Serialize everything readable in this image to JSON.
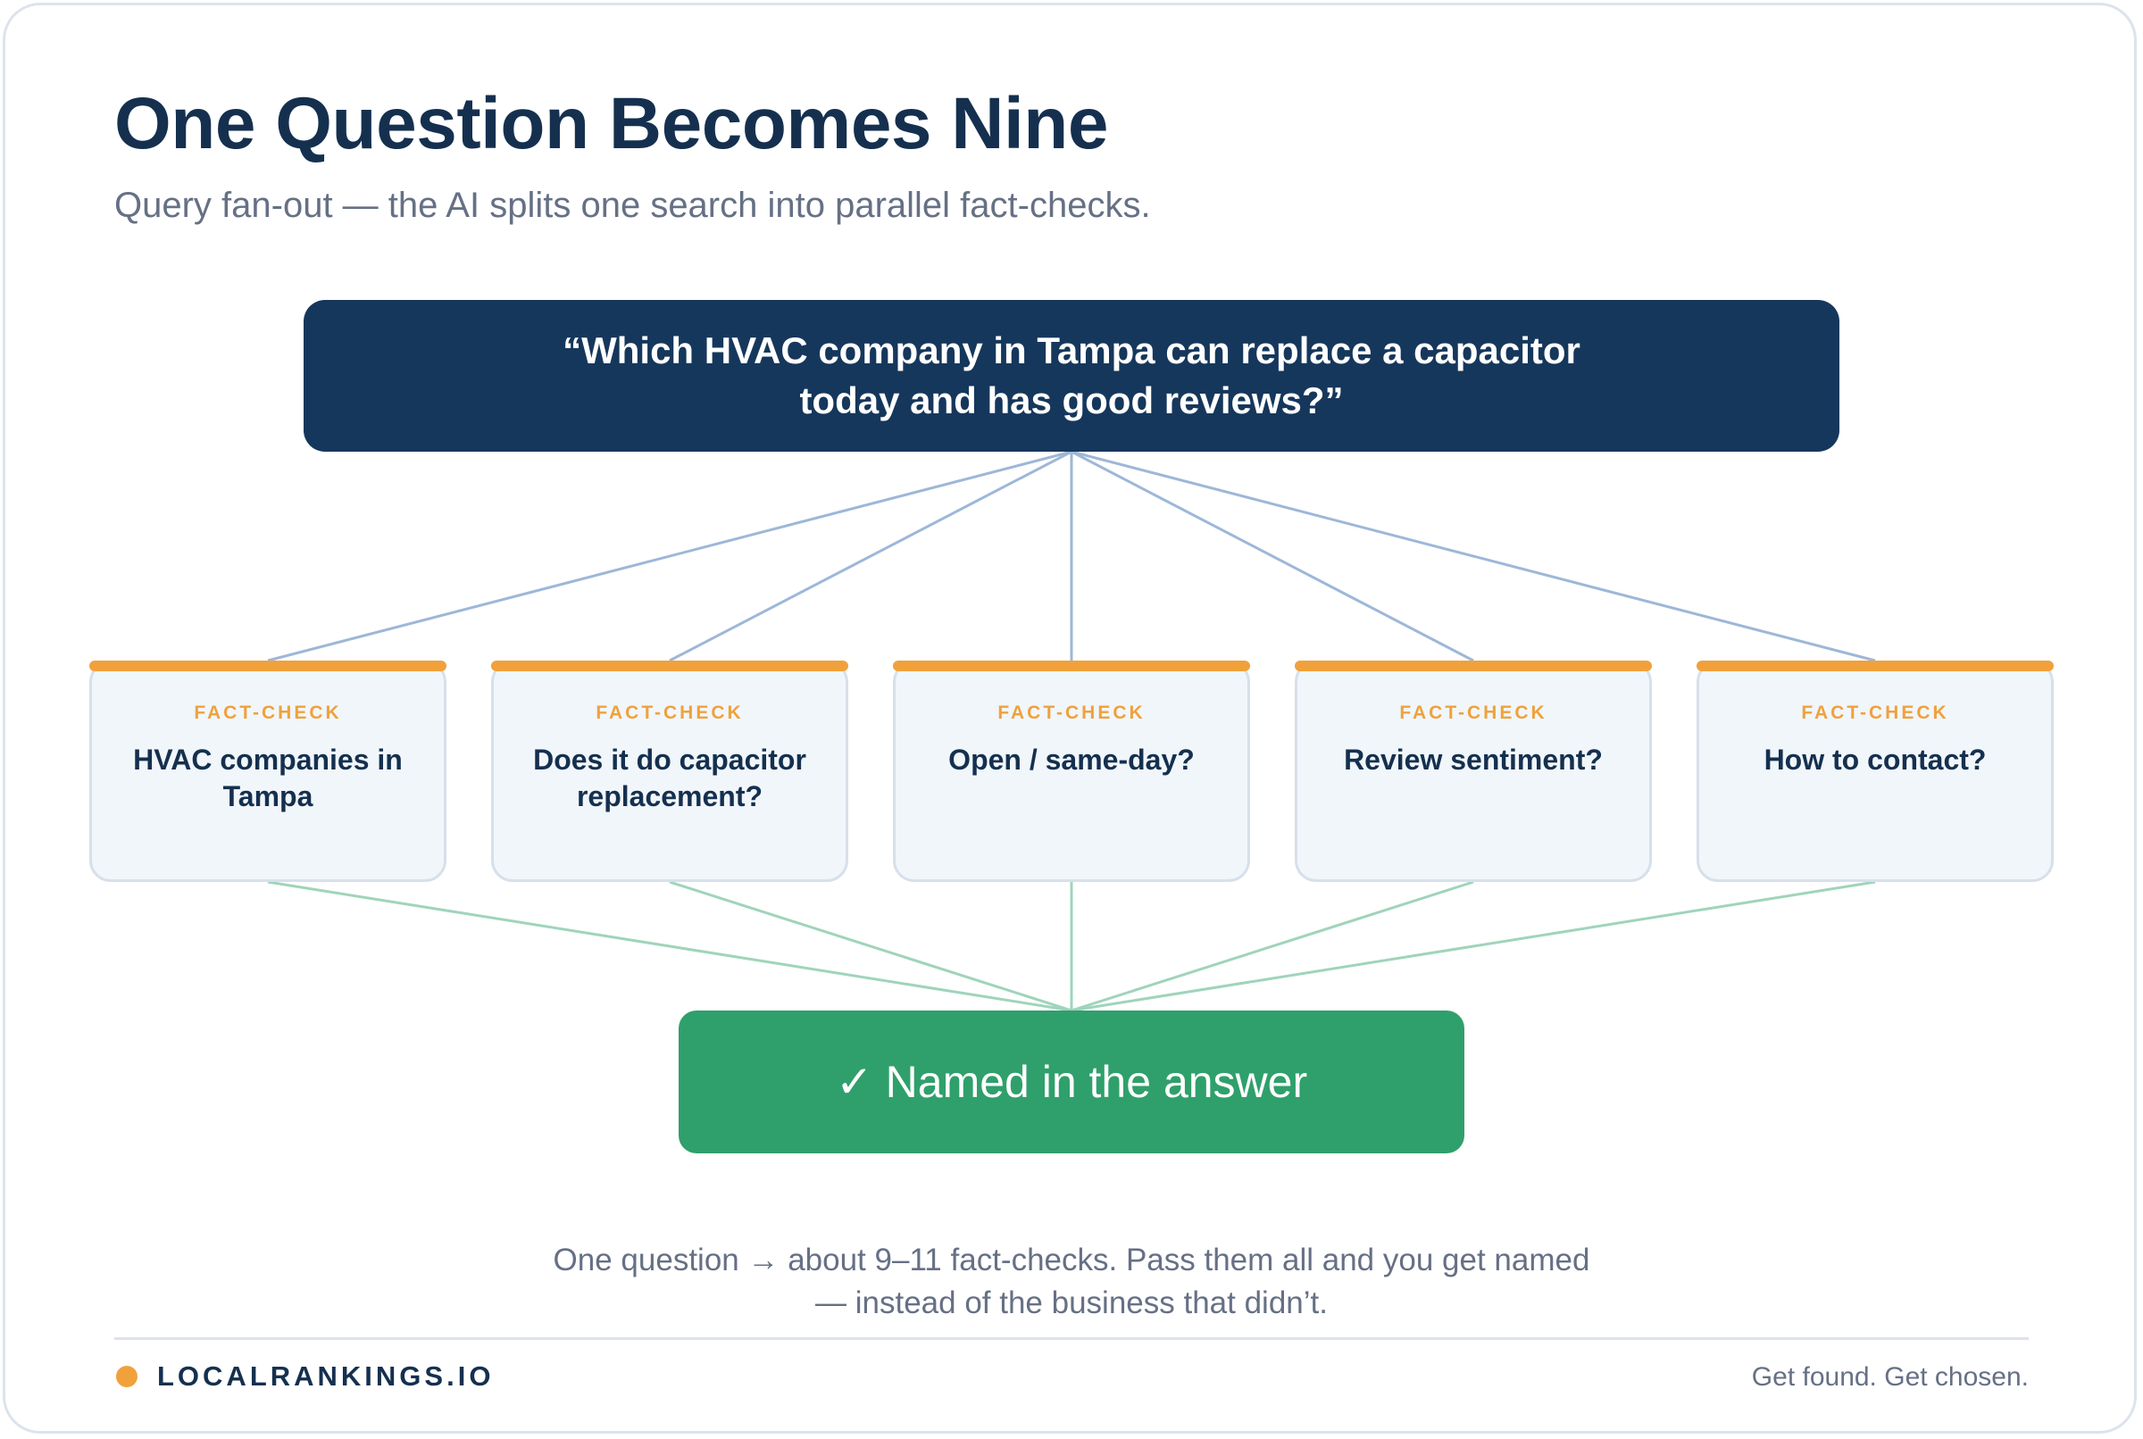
{
  "header": {
    "title": "One Question Becomes Nine",
    "subtitle": "Query fan-out — the AI splits one search into parallel fact-checks."
  },
  "diagram": {
    "question": "“Which HVAC company in Tampa can replace a capacitor today and has good reviews?”",
    "fact_checks": [
      {
        "label": "FACT-CHECK",
        "text": "HVAC companies in Tampa"
      },
      {
        "label": "FACT-CHECK",
        "text": "Does it do capacitor replacement?"
      },
      {
        "label": "FACT-CHECK",
        "text": "Open / same-day?"
      },
      {
        "label": "FACT-CHECK",
        "text": "Review sentiment?"
      },
      {
        "label": "FACT-CHECK",
        "text": "How to contact?"
      }
    ],
    "result": "✓ Named in the answer"
  },
  "caption": "One question → about 9–11 fact-checks. Pass them all and you get named — instead of the business that didn’t.",
  "footer": {
    "brand": "LOCALRANKINGS.IO",
    "tagline": "Get found. Get chosen."
  },
  "colors": {
    "navy": "#16375c",
    "accent_orange": "#f0a13c",
    "success_green": "#2fa06b",
    "fanout_line": "#9db7d8",
    "merge_line": "#9fd4bb"
  }
}
